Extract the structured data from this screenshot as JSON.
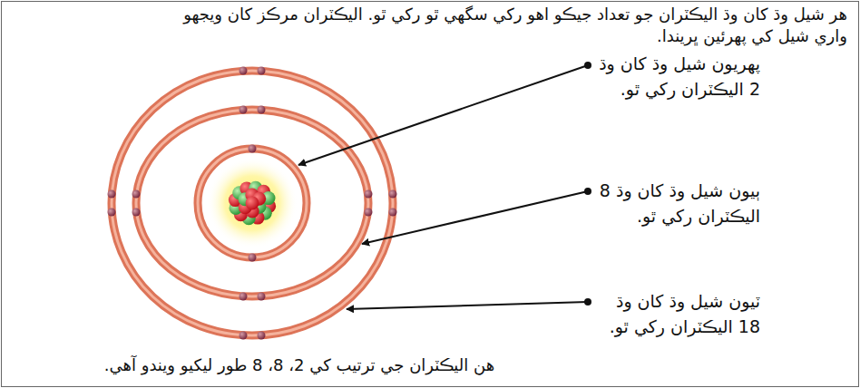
{
  "diagram": {
    "title": "هر شيل وڌ کان وڌ اليڪٽران جو تعداد جيڪو اهو رکي سگهي ٿو رکي ٿو. اليڪٽران مرڪز کان ويجهو واري شيل کي پهرئين ڀريندا.",
    "caption": "هن اليڪٽران جي ترتيب کي 2، 8، 8 طور ليکيو ويندو آهي.",
    "labels": [
      "پهريون شيل وڌ کان وڌ 2 اليڪٽران رکي ٿو.",
      "ٻيون شيل وڌ کان وڌ 8 اليڪٽران رکي ٿو.",
      "ٽيون شيل وڌ کان وڌ 18 اليڪٽران رکي ٿو."
    ]
  }
}
